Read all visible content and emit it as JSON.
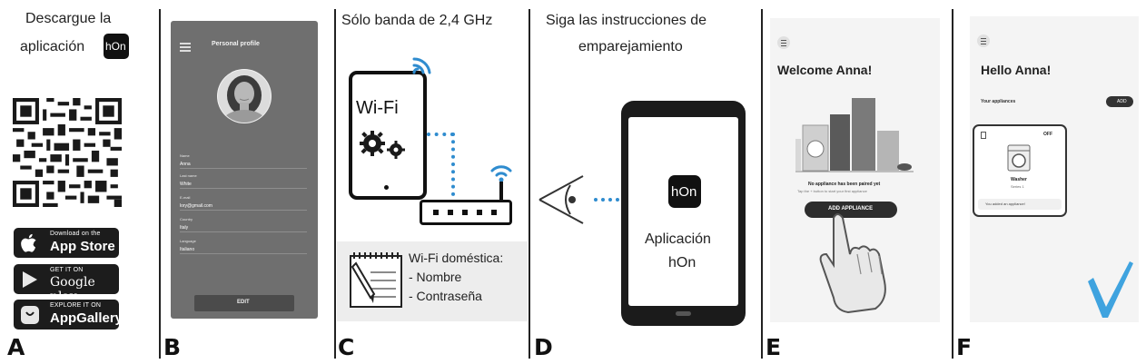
{
  "panels": {
    "a": {
      "letter": "A",
      "caption_line1": "Descargue la",
      "caption_line2": "aplicación",
      "hon_logo": "hOn",
      "stores": [
        {
          "small": "Download on the",
          "name": "App Store",
          "icon": "apple-icon"
        },
        {
          "small": "GET IT ON",
          "name": "Google play",
          "icon": "play-icon"
        },
        {
          "small": "EXPLORE IT ON",
          "name": "AppGallery",
          "icon": "huawei-icon"
        }
      ]
    },
    "b": {
      "letter": "B",
      "title": "Personal profile",
      "fields": [
        {
          "label": "Name",
          "value": "Anna"
        },
        {
          "label": "Last name",
          "value": "White"
        },
        {
          "label": "E-mail",
          "value": "lory@gmail.com"
        },
        {
          "label": "Country",
          "value": "Italy"
        },
        {
          "label": "Language",
          "value": "Italiano"
        }
      ],
      "button": "EDIT"
    },
    "c": {
      "letter": "C",
      "caption": "Sólo banda de 2,4 GHz",
      "wifi_label": "Wi-Fi",
      "note_title": "Wi-Fi doméstica:",
      "note_line1": "- Nombre",
      "note_line2": "- Contraseña"
    },
    "d": {
      "letter": "D",
      "caption_line1": "Siga las instrucciones de",
      "caption_line2": "emparejamiento",
      "hon_logo": "hOn",
      "app_line1": "Aplicación",
      "app_line2": "hOn"
    },
    "e": {
      "letter": "E",
      "welcome": "Welcome Anna!",
      "empty_title": "No appliance has been paired yet",
      "empty_sub": "Tap the + button to start your first appliance",
      "button": "ADD APPLIANCE"
    },
    "f": {
      "letter": "F",
      "hello": "Hello Anna!",
      "section": "Your appliances",
      "add": "ADD",
      "status": "OFF",
      "appliance_name": "Washer",
      "appliance_model": "Series 1",
      "footer": "You added an appliance!"
    }
  },
  "colors": {
    "wifi_blue": "#2f8ccf",
    "check_blue": "#3fa3df",
    "dark_phone": "#1b1b1b",
    "profile_gray": "#6f6f6f"
  }
}
